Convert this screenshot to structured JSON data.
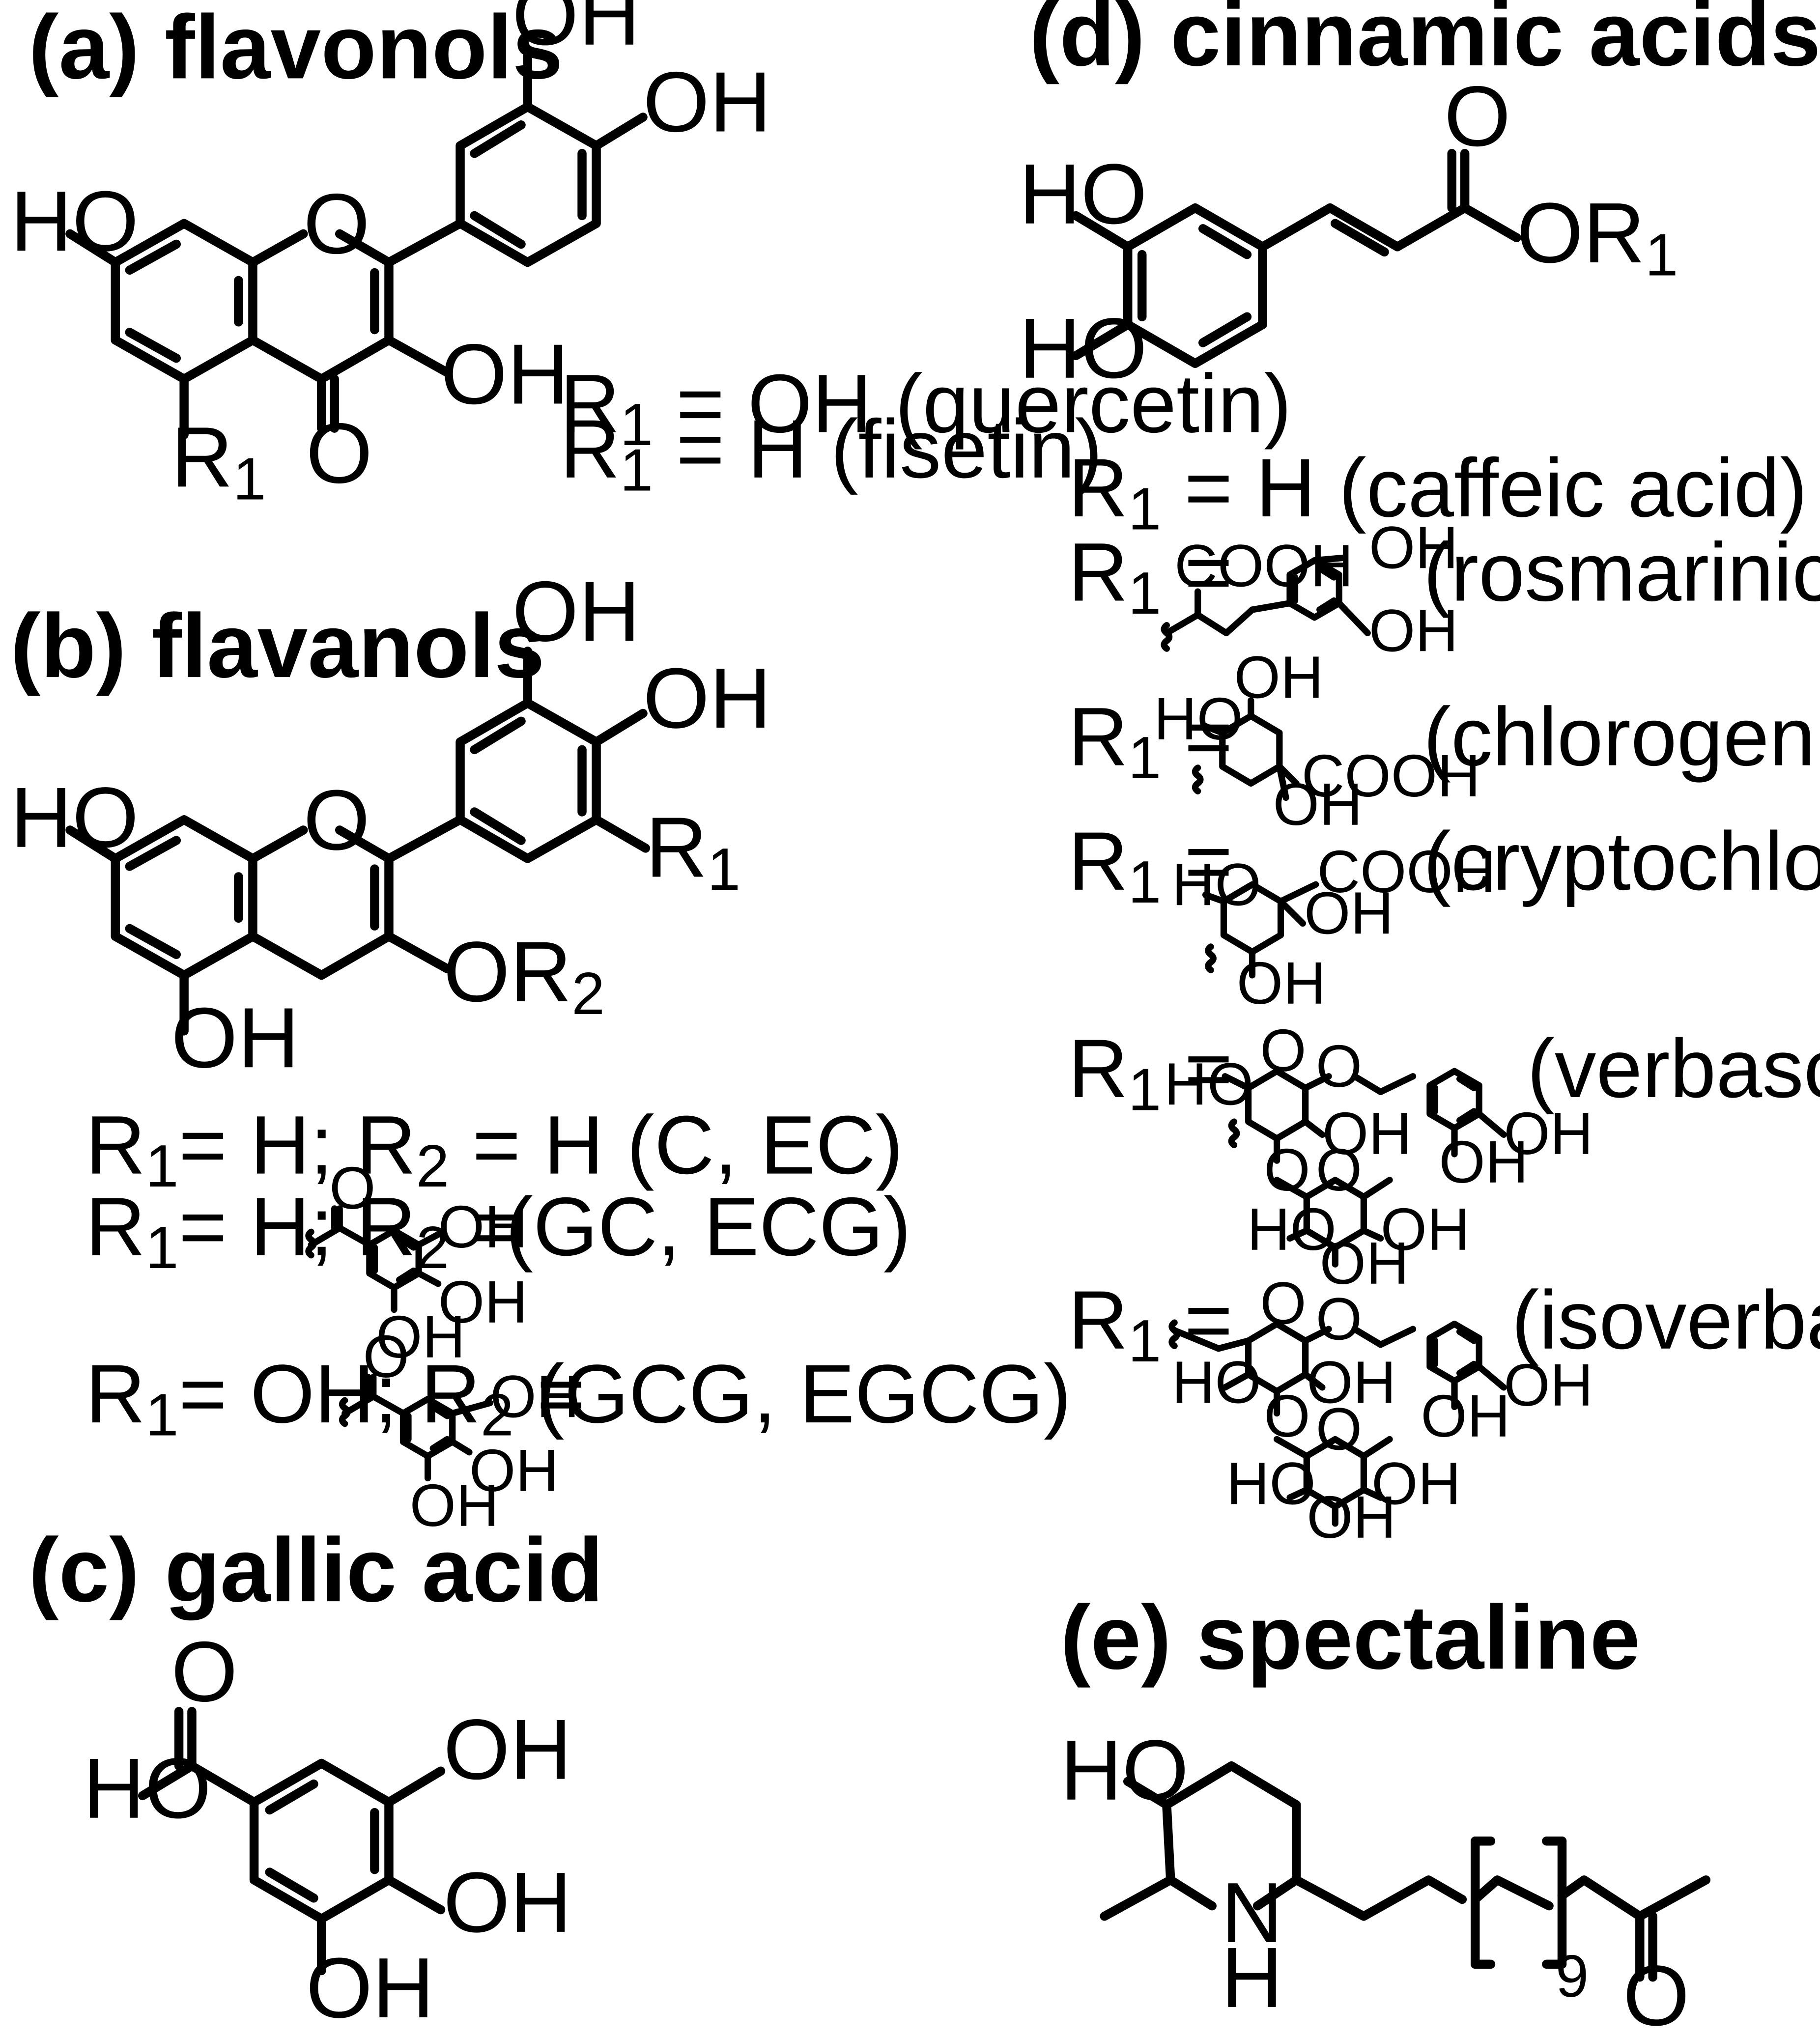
{
  "panels": {
    "a": {
      "heading": "(a) flavonols",
      "atoms": {
        "oh_top": "OH",
        "oh_right": "OH",
        "ho_left": "HO",
        "o_ring": "O",
        "oh_3": "OH",
        "o_keto": "O",
        "r1": "R"
      },
      "legend": [
        "= OH (quercetin)",
        "= H (fisetin)"
      ]
    },
    "b": {
      "heading": "(b) flavanols",
      "atoms": {
        "oh_top": "OH",
        "oh_right": "OH",
        "ho_left": "HO",
        "o_ring": "O",
        "r1": "R",
        "or2": "OR",
        "oh_5": "OH"
      },
      "rows": [
        {
          "text": "= H; R",
          "tail": "= H (C, EC)"
        },
        {
          "text": "= H; R",
          "tail": "=",
          "compounds": "(GC, ECG)"
        },
        {
          "text": "= OH; R",
          "tail": "=",
          "compounds": "(GCG, EGCG)"
        }
      ]
    },
    "c": {
      "heading": "(c) gallic acid",
      "atoms": {
        "o": "O",
        "ho": "HO",
        "oh1": "OH",
        "oh2": "OH",
        "oh3": "OH"
      }
    },
    "d": {
      "heading": "(d) cinnamic acids",
      "atoms": {
        "o": "O",
        "or1": "OR",
        "ho1": "HO",
        "ho2": "HO"
      },
      "entries": [
        {
          "prefix": "= H (caffeic acid)"
        },
        {
          "prefix": "=",
          "name": "(rosmarinic acid)"
        },
        {
          "prefix": "=",
          "name": "(chlorogenic acid)"
        },
        {
          "prefix": "=",
          "name": "(cryptochlorogenic acid)"
        },
        {
          "prefix": "=",
          "name": "(verbascoside)"
        },
        {
          "prefix": "=",
          "name": "(isoverbascoside)"
        }
      ]
    },
    "e": {
      "heading": "(e) spectaline",
      "atoms": {
        "ho": "HO",
        "n": "N",
        "h": "H",
        "o": "O",
        "repeat": "9"
      }
    }
  },
  "labels": {
    "r": "R",
    "sub1": "1",
    "sub2": "2",
    "oh": "OH",
    "ho": "HO",
    "o": "O",
    "cooh": "COOH"
  }
}
